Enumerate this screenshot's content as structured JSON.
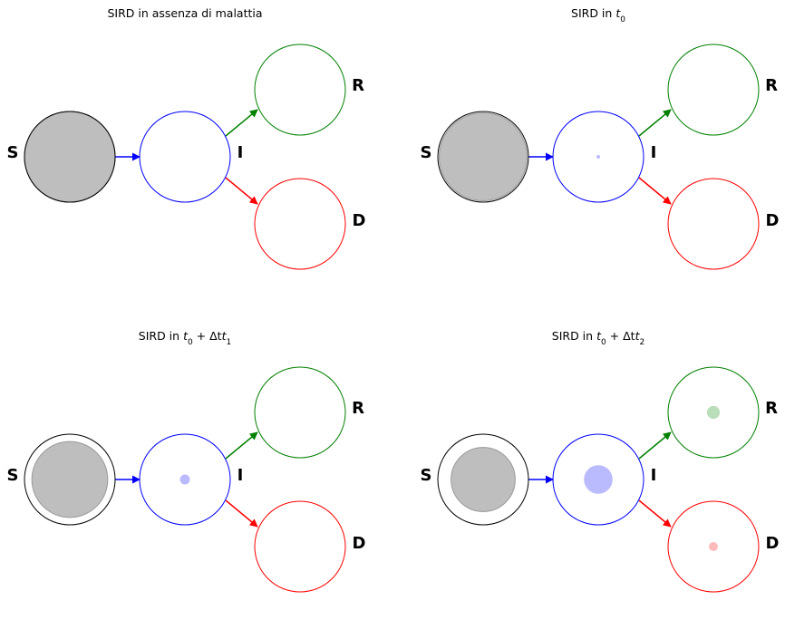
{
  "colors": {
    "susceptible_fill": "#bebebe",
    "susceptible_edge": "#000000",
    "infected": "#0000ff",
    "recovered": "#008000",
    "dead": "#ff0000"
  },
  "labels": {
    "S": "S",
    "I": "I",
    "R": "R",
    "D": "D"
  },
  "panels": [
    {
      "title_prefix": "SIRD in assenza di malattia",
      "title_math": "",
      "title_sub": "",
      "S_fraction": 1.0,
      "I_fraction": 0.0,
      "R_fraction": 0.0,
      "D_fraction": 0.0
    },
    {
      "title_prefix": "SIRD in ",
      "title_math": "t",
      "title_sub": "0",
      "title_math_rest": "",
      "S_fraction": 0.94,
      "I_fraction": 0.001,
      "R_fraction": 0.0,
      "D_fraction": 0.0
    },
    {
      "title_prefix": "SIRD in ",
      "title_math": "t",
      "title_sub": "0",
      "title_math_rest": " + Δt",
      "title_sub2": "1",
      "S_fraction": 0.7,
      "I_fraction": 0.012,
      "R_fraction": 0.0,
      "D_fraction": 0.0
    },
    {
      "title_prefix": "SIRD in ",
      "title_math": "t",
      "title_sub": "0",
      "title_math_rest": " + Δt",
      "title_sub2": "2",
      "S_fraction": 0.5,
      "I_fraction": 0.1,
      "R_fraction": 0.02,
      "D_fraction": 0.01
    }
  ]
}
